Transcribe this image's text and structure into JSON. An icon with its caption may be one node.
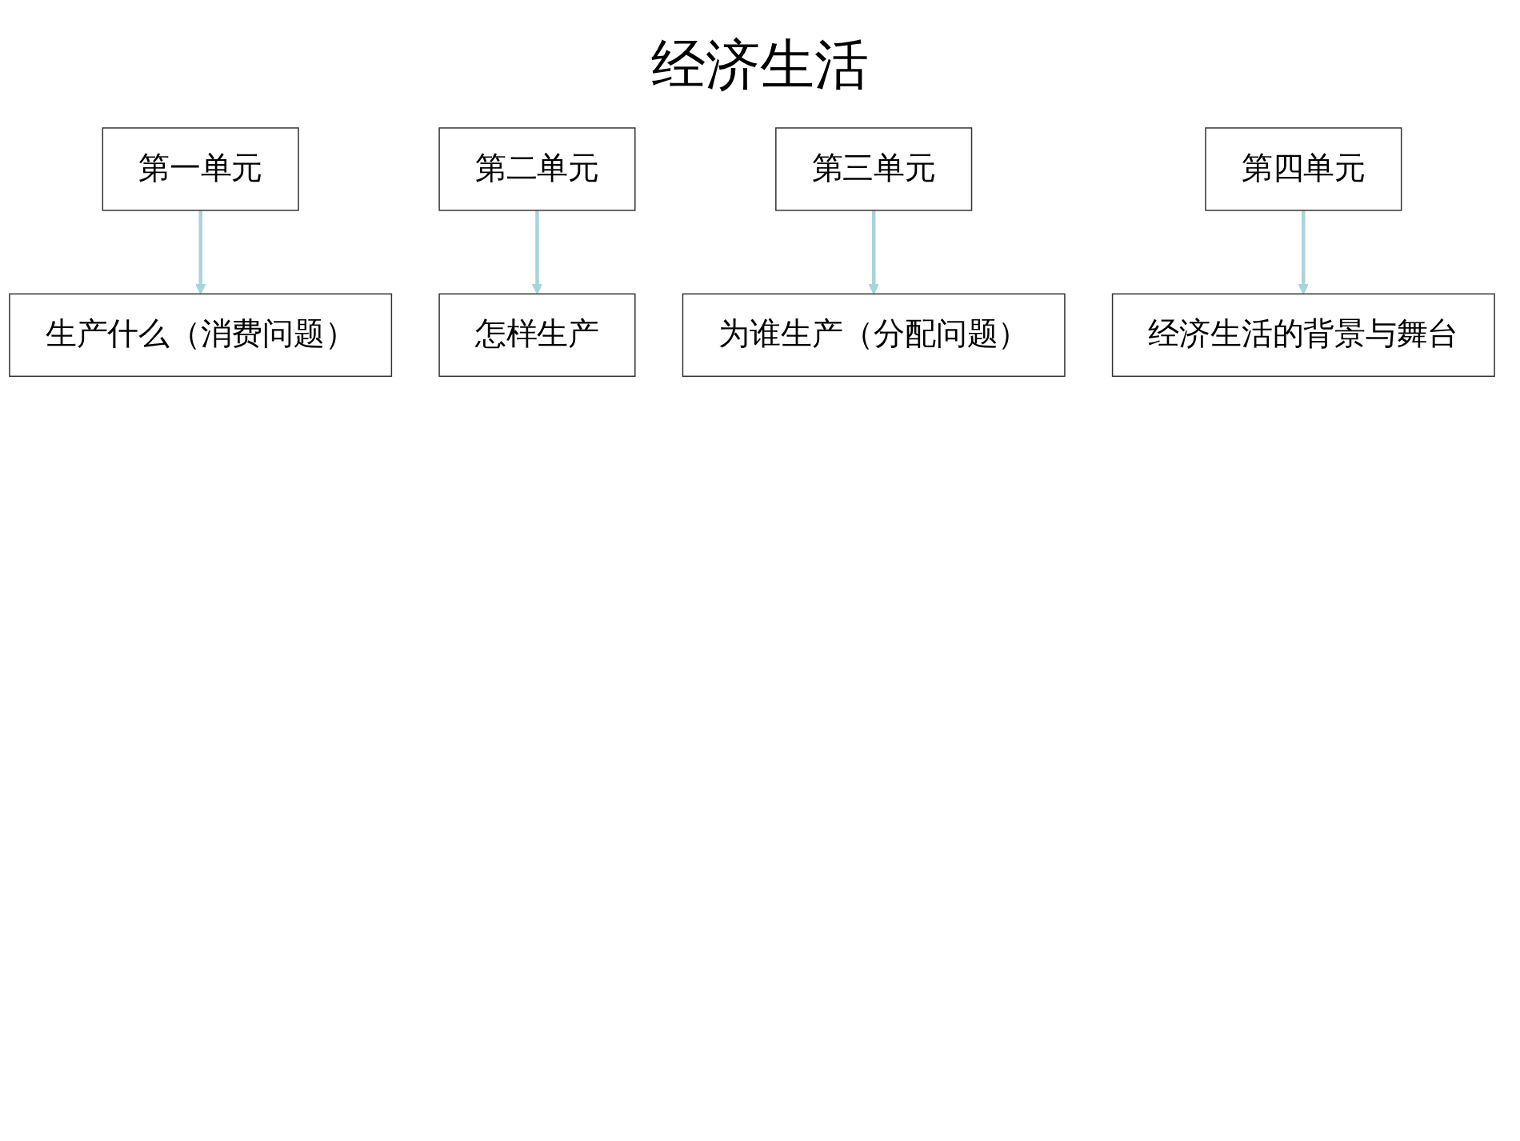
{
  "diagram": {
    "title": "经济生活",
    "nodes": [
      {
        "text": [
          "第一单元"
        ]
      },
      {
        "text": [
          "生产什么（消费问题）"
        ]
      },
      {
        "text": [
          "第二单元"
        ]
      },
      {
        "text": [
          "怎样生产"
        ]
      },
      {
        "text": [
          "第三单元"
        ]
      },
      {
        "text": [
          "为谁生产（分配问题）"
        ]
      },
      {
        "text": [
          "第四单元"
        ]
      },
      {
        "text": [
          "经济生活的背景与舞台"
        ]
      }
    ],
    "edges": [
      {
        "from": 0,
        "to": 1,
        "arrow": "to"
      },
      {
        "from": 2,
        "to": 3,
        "arrow": "to"
      },
      {
        "from": 4,
        "to": 5,
        "arrow": "to"
      },
      {
        "from": 6,
        "to": 7,
        "arrow": "to"
      }
    ]
  }
}
